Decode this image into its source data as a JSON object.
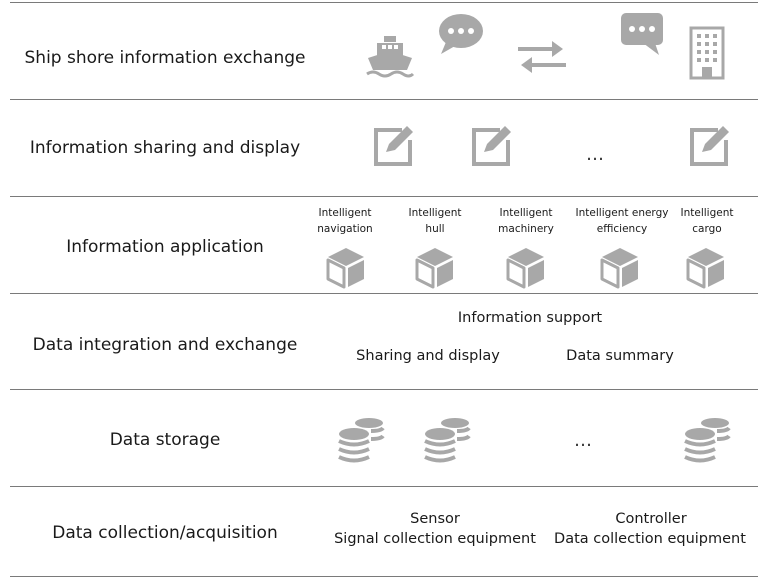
{
  "layers": [
    {
      "label": "Ship shore information exchange"
    },
    {
      "label": "Information sharing and display",
      "ellipsis": "…"
    },
    {
      "label": "Information application",
      "apps": [
        {
          "line1": "Intelligent",
          "line2": "navigation"
        },
        {
          "line1": "Intelligent",
          "line2": "hull"
        },
        {
          "line1": "Intelligent",
          "line2": "machinery"
        },
        {
          "line1": "Intelligent energy",
          "line2": "efficiency"
        },
        {
          "line1": "Intelligent",
          "line2": "cargo"
        }
      ]
    },
    {
      "label": "Data integration and exchange",
      "top_text": "Information support",
      "left_text": "Sharing and display",
      "right_text": "Data summary"
    },
    {
      "label": "Data storage",
      "ellipsis": "…"
    },
    {
      "label": "Data collection/acquisition",
      "left": {
        "line1": "Sensor",
        "line2": "Signal collection equipment"
      },
      "right": {
        "line1": "Controller",
        "line2": "Data collection equipment"
      }
    }
  ],
  "icon_color": "#a8a8a8",
  "icon_names": [
    "ship-icon",
    "chat-bubble-icon",
    "exchange-arrows-icon",
    "message-icon",
    "building-icon",
    "edit-icon",
    "cube-icon",
    "database-icon"
  ]
}
